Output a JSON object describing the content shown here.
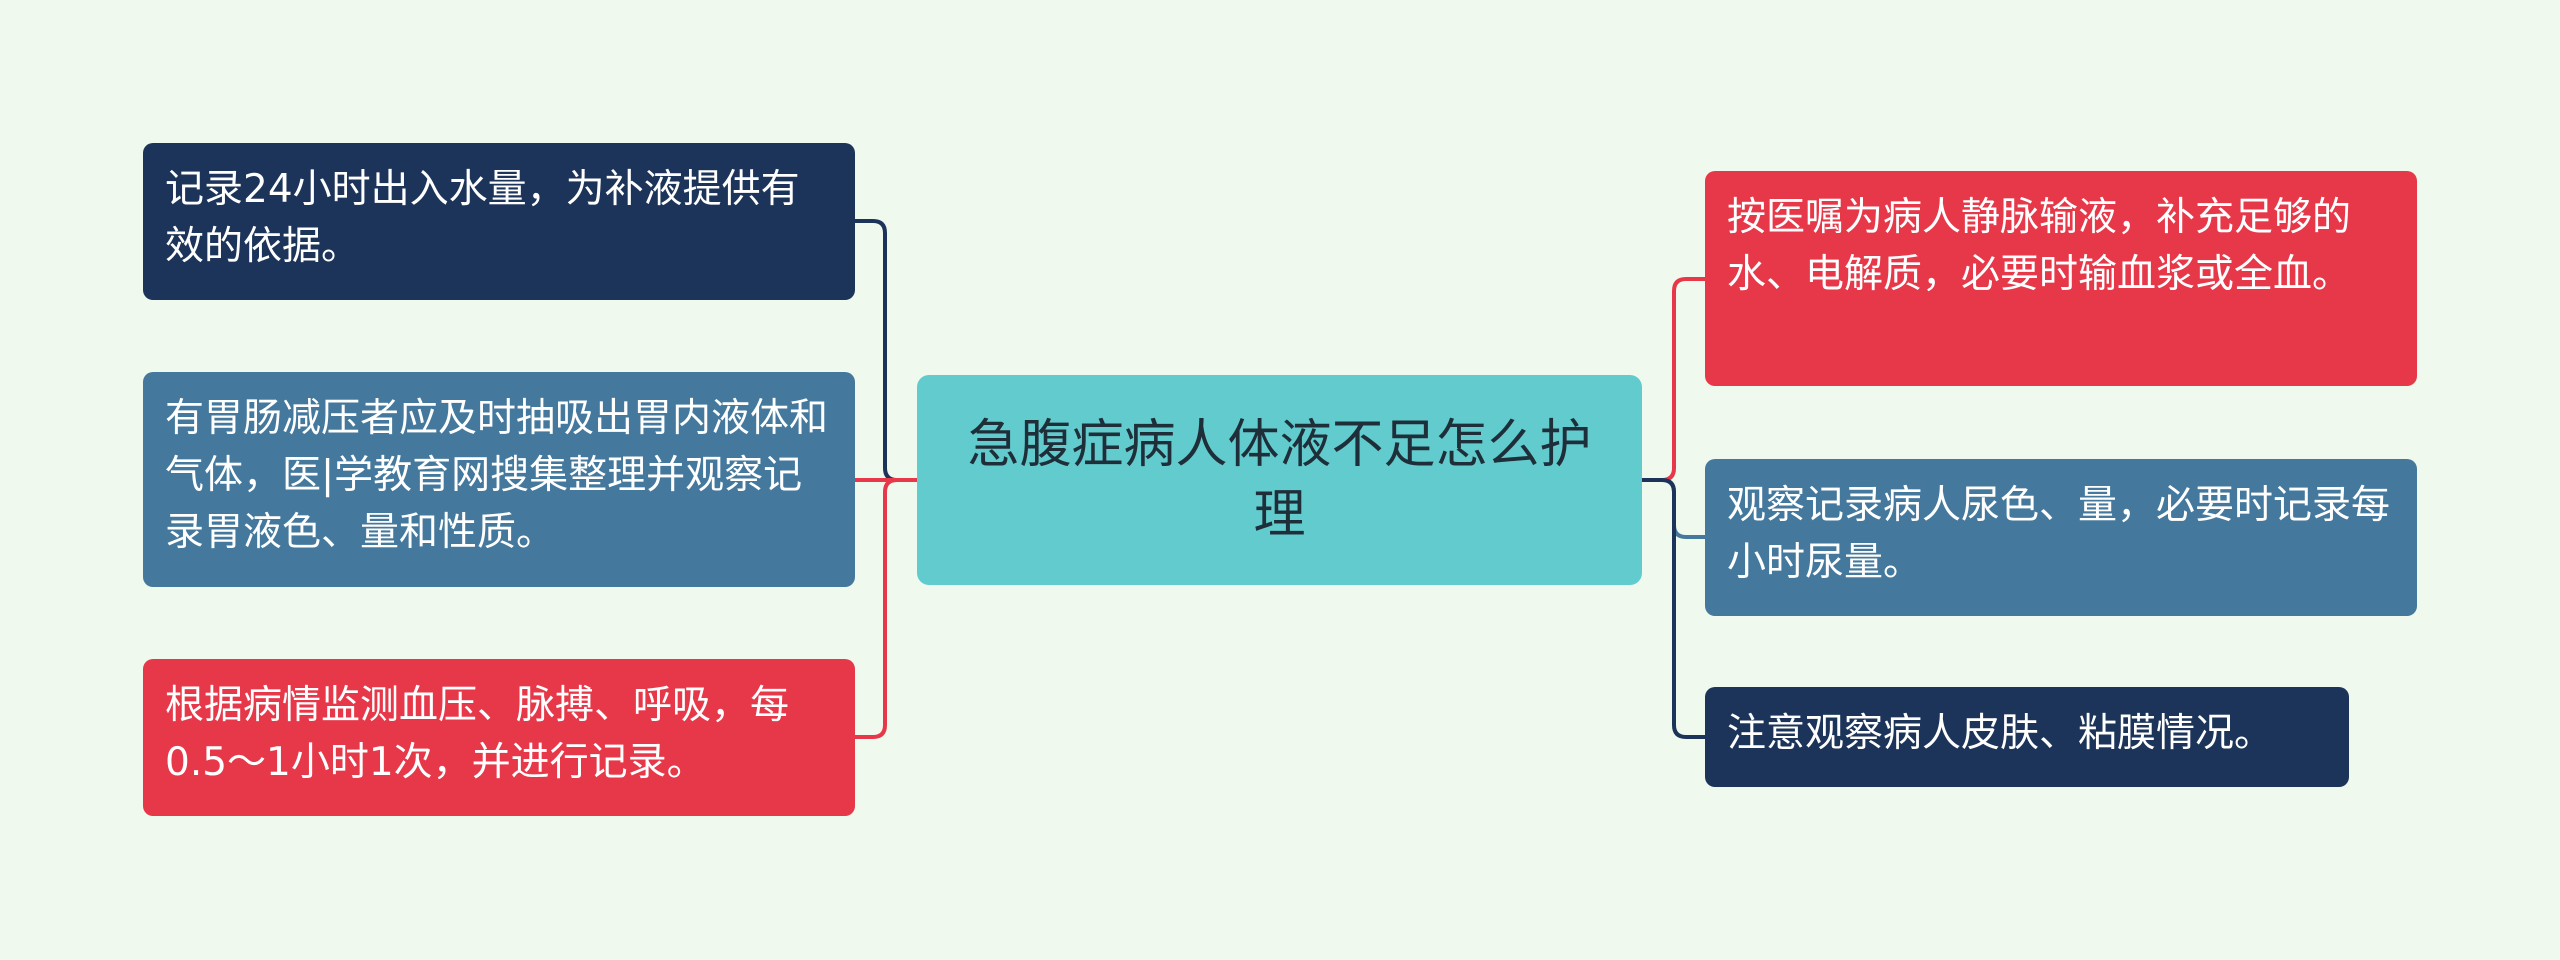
{
  "central": {
    "title": "急腹症病人体液不足怎么护理"
  },
  "left_nodes": [
    {
      "text": "记录24小时出入水量，为补液提供有效的依据。",
      "color": "#1c3459"
    },
    {
      "text": "有胃肠减压者应及时抽吸出胃内液体和气体，医|学教育网搜集整理并观察记录胃液色、量和性质。",
      "color": "#44799d"
    },
    {
      "text": "根据病情监测血压、脉搏、呼吸，每0.5～1小时1次，并进行记录。",
      "color": "#e73849"
    }
  ],
  "right_nodes": [
    {
      "text": "按医嘱为病人静脉输液，补充足够的水、电解质，必要时输血浆或全血。",
      "color": "#e73849"
    },
    {
      "text": "观察记录病人尿色、量，必要时记录每小时尿量。",
      "color": "#44799d"
    },
    {
      "text": "注意观察病人皮肤、粘膜情况。",
      "color": "#1c3459"
    }
  ],
  "colors": {
    "background": "#f0f9ee",
    "central_fill": "#62cbcd",
    "central_text": "#1f2f3a",
    "node_text": "#ffffff"
  }
}
